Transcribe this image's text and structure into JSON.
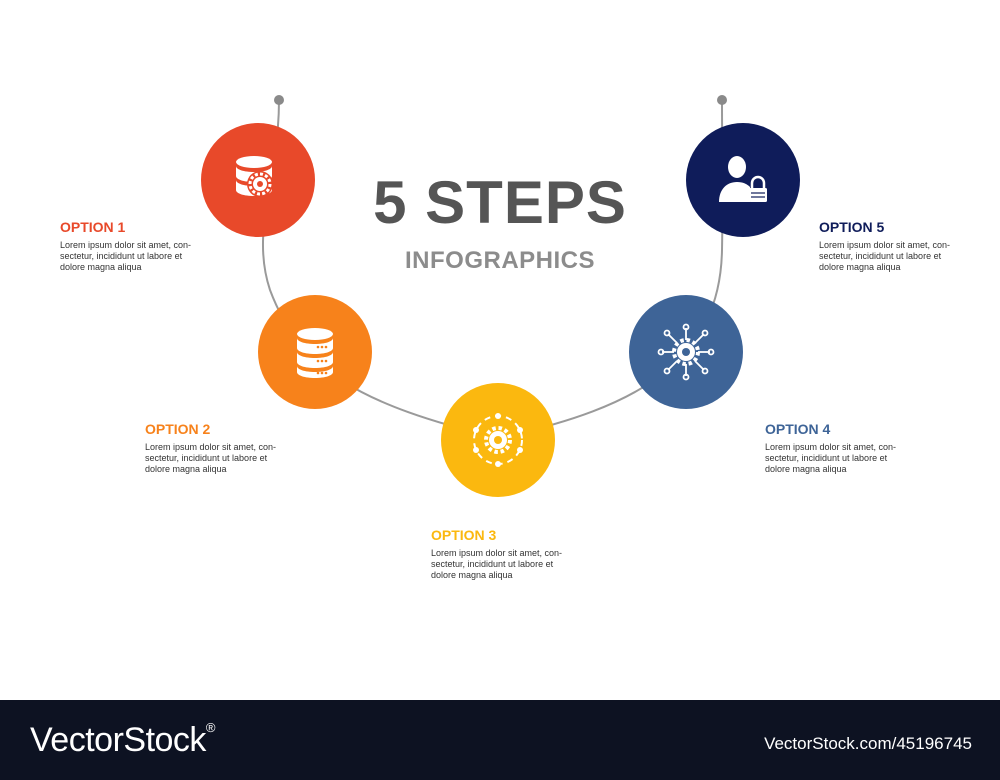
{
  "header": {
    "title": "5 STEPS",
    "subtitle": "INFOGRAPHICS"
  },
  "colors": {
    "option1": "#e8492a",
    "option2": "#f7821b",
    "option3": "#fbb80f",
    "option4": "#3e6497",
    "option5": "#0f1c5a",
    "connector": "#9a9a9a"
  },
  "options": [
    {
      "label": "OPTION 1",
      "text": "Lorem ipsum dolor sit amet, con-\nsectetur, incididunt ut labore et\ndolore magna aliqua",
      "icon": "database-gear-icon"
    },
    {
      "label": "OPTION 2",
      "text": "Lorem ipsum dolor sit amet, con-\nsectetur, incididunt ut labore et\ndolore magna aliqua",
      "icon": "database-icon"
    },
    {
      "label": "OPTION 3",
      "text": "Lorem ipsum dolor sit amet, con-\nsectetur, incididunt ut labore et\ndolore magna aliqua",
      "icon": "gear-network-icon"
    },
    {
      "label": "OPTION 4",
      "text": "Lorem ipsum dolor sit amet, con-\nsectetur, incididunt ut labore et\ndolore magna aliqua",
      "icon": "gear-nodes-icon"
    },
    {
      "label": "OPTION 5",
      "text": "Lorem ipsum dolor sit amet, con-\nsectetur, incididunt ut labore et\ndolore magna aliqua",
      "icon": "user-lock-icon"
    }
  ],
  "footer": {
    "brand": "VectorStock",
    "registered": "®",
    "image_id": "VectorStock.com/45196745"
  }
}
